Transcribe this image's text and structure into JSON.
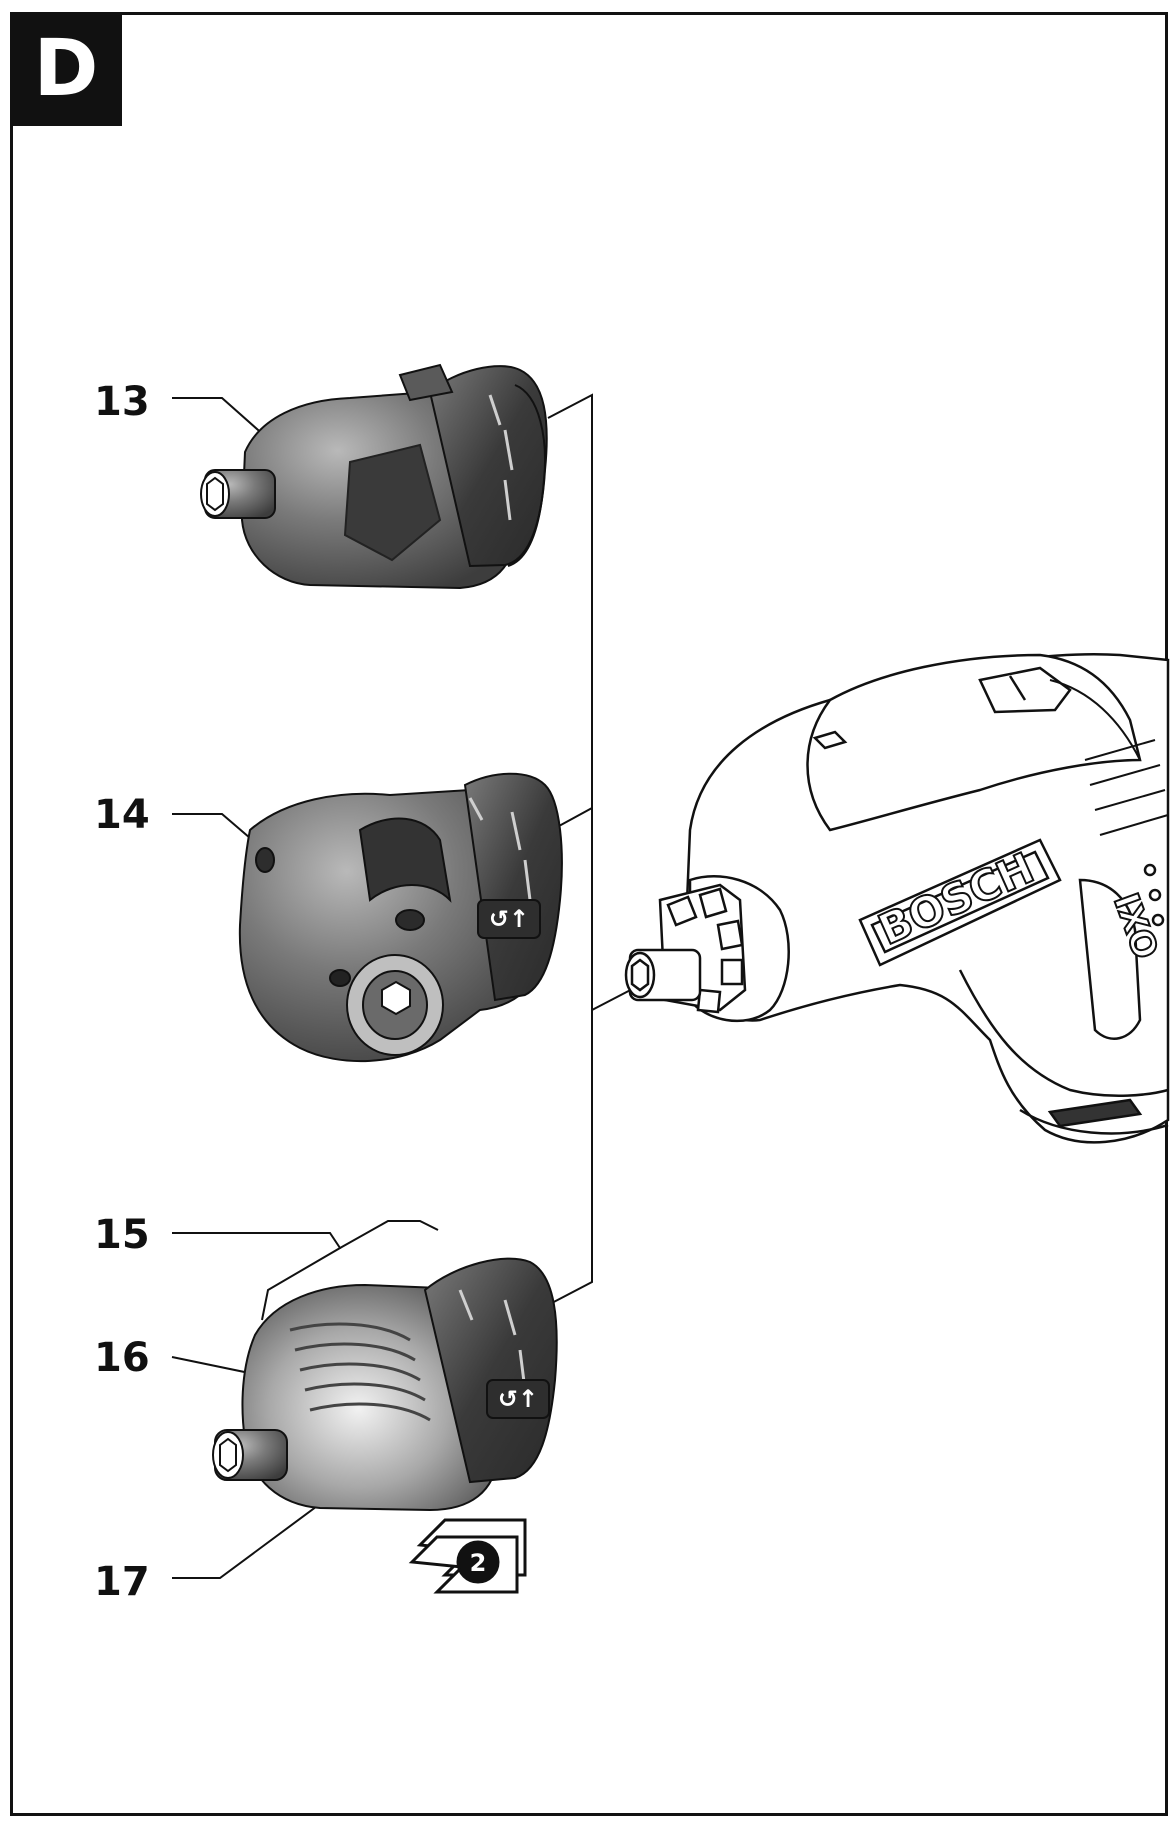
{
  "section_letter": "D",
  "callouts": {
    "c13": "13",
    "c14": "14",
    "c15": "15",
    "c16": "16",
    "c17": "17"
  },
  "tool_brand": "BOSCH",
  "tool_model": "IXO",
  "rotation_symbol": "↺↑",
  "step_number": "2",
  "colors": {
    "ink": "#111111",
    "attachment_fill": "#6f6f6f",
    "attachment_dark": "#4a4a4a",
    "ring_fill": "#3e3e3e",
    "tool_fill": "#ffffff"
  }
}
